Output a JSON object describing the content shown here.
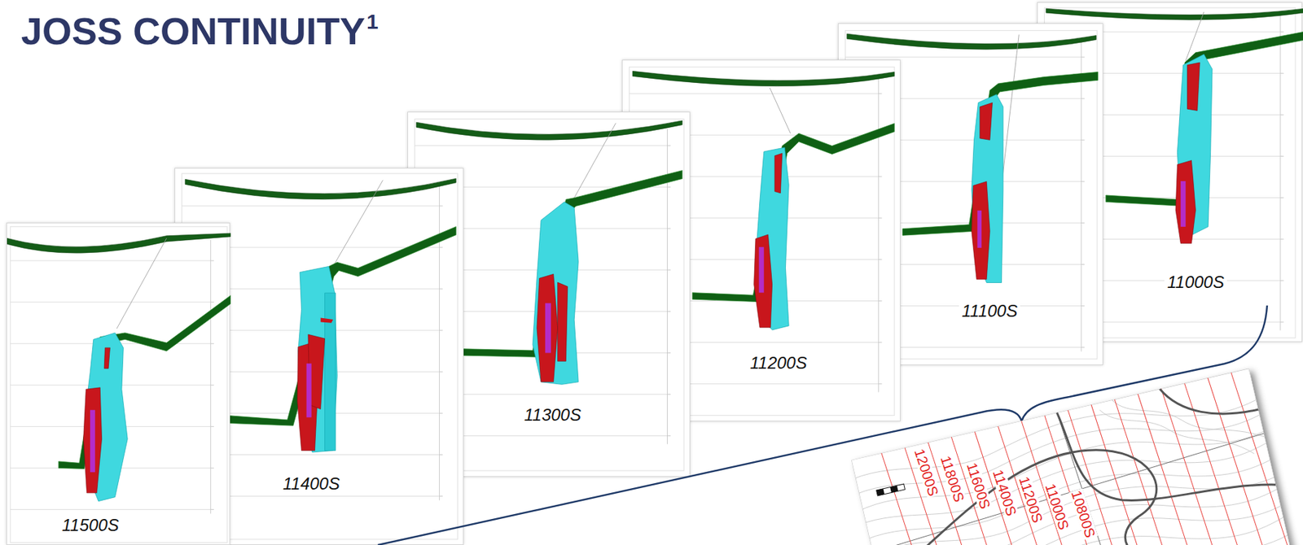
{
  "diagram": {
    "title": "JOSS CONTINUITY",
    "nodes": [
      {
        "text": [
          "11500S"
        ]
      },
      {
        "text": [
          "11400S"
        ]
      },
      {
        "text": [
          "11300S"
        ]
      },
      {
        "text": [
          "11200S"
        ]
      },
      {
        "text": [
          "11100S"
        ]
      },
      {
        "text": [
          "11000S"
        ]
      }
    ],
    "labels": [
      "1",
      "12000S",
      "11800S",
      "11600S",
      "11400S",
      "11200S",
      "11000S",
      "10800S"
    ]
  }
}
